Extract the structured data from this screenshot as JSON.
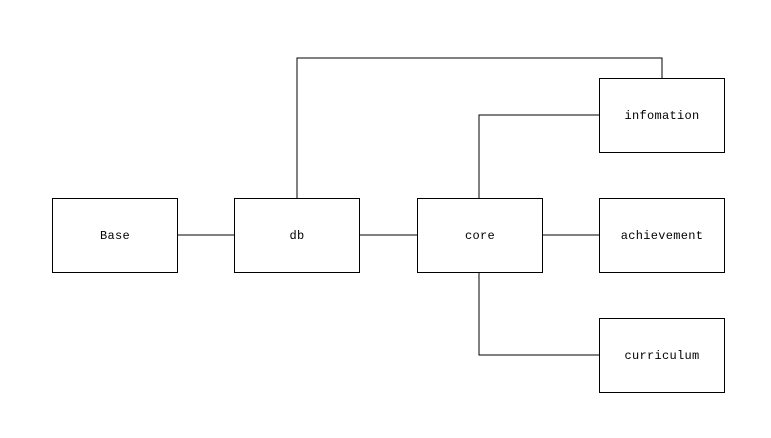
{
  "diagram": {
    "title": "module-dependency-diagram",
    "colors": {
      "background": "#ffffff",
      "box_fill": "#ffffff",
      "box_border": "#000000",
      "line": "#000000",
      "text": "#000000"
    },
    "nodes": {
      "base": {
        "label": "Base"
      },
      "db": {
        "label": "db"
      },
      "core": {
        "label": "core"
      },
      "infomation": {
        "label": "infomation"
      },
      "achievement": {
        "label": "achievement"
      },
      "curriculum": {
        "label": "curriculum"
      }
    },
    "edges": [
      {
        "from": "Base",
        "to": "db",
        "style": "horizontal"
      },
      {
        "from": "db",
        "to": "core",
        "style": "horizontal"
      },
      {
        "from": "core",
        "to": "achievement",
        "style": "horizontal"
      },
      {
        "from": "db",
        "to": "infomation",
        "style": "orthogonal-over-top"
      },
      {
        "from": "core",
        "to": "infomation",
        "style": "orthogonal-up-right"
      },
      {
        "from": "core",
        "to": "curriculum",
        "style": "orthogonal-down-right"
      }
    ]
  }
}
